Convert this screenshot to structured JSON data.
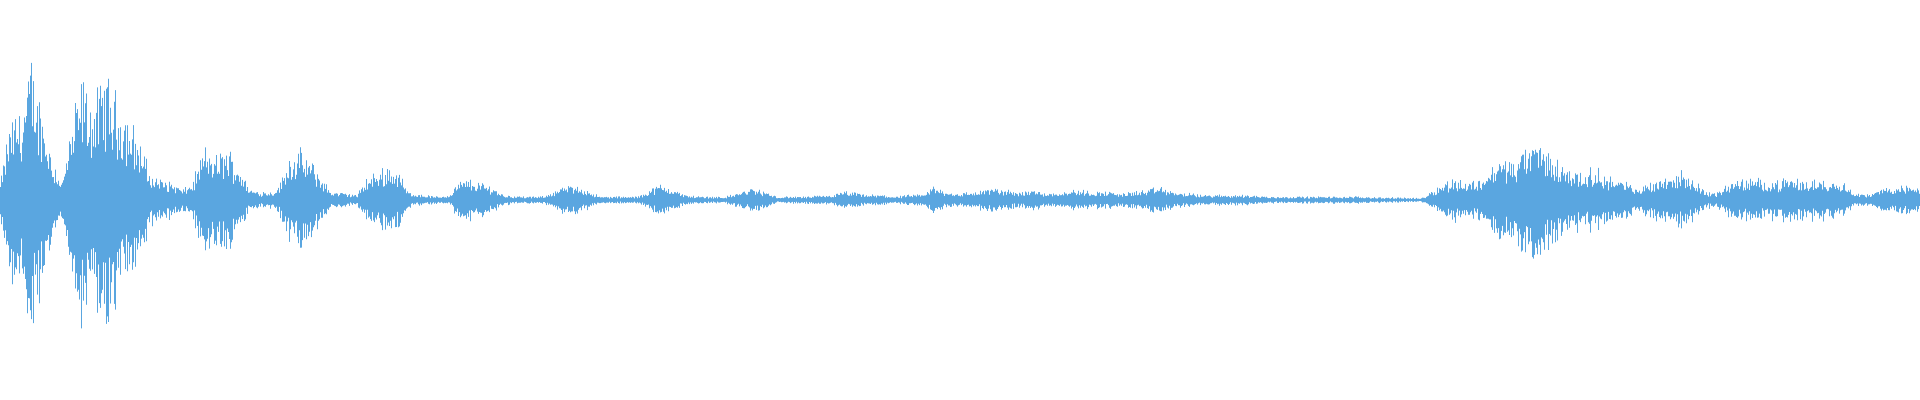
{
  "waveform": {
    "color": "#5aa6e0",
    "baseline_color": "#5aa6e0",
    "envelope": [
      [
        0.0,
        0.1
      ],
      [
        0.005,
        0.45
      ],
      [
        0.012,
        0.55
      ],
      [
        0.016,
        0.8
      ],
      [
        0.02,
        0.6
      ],
      [
        0.027,
        0.25
      ],
      [
        0.032,
        0.1
      ],
      [
        0.036,
        0.35
      ],
      [
        0.042,
        0.7
      ],
      [
        0.048,
        0.55
      ],
      [
        0.055,
        0.72
      ],
      [
        0.062,
        0.55
      ],
      [
        0.068,
        0.45
      ],
      [
        0.074,
        0.3
      ],
      [
        0.078,
        0.15
      ],
      [
        0.084,
        0.12
      ],
      [
        0.09,
        0.1
      ],
      [
        0.095,
        0.06
      ],
      [
        0.1,
        0.1
      ],
      [
        0.106,
        0.3
      ],
      [
        0.112,
        0.25
      ],
      [
        0.118,
        0.3
      ],
      [
        0.124,
        0.2
      ],
      [
        0.13,
        0.06
      ],
      [
        0.136,
        0.05
      ],
      [
        0.142,
        0.05
      ],
      [
        0.146,
        0.1
      ],
      [
        0.15,
        0.25
      ],
      [
        0.156,
        0.28
      ],
      [
        0.162,
        0.22
      ],
      [
        0.168,
        0.12
      ],
      [
        0.172,
        0.05
      ],
      [
        0.18,
        0.04
      ],
      [
        0.186,
        0.03
      ],
      [
        0.19,
        0.12
      ],
      [
        0.196,
        0.16
      ],
      [
        0.202,
        0.2
      ],
      [
        0.208,
        0.16
      ],
      [
        0.212,
        0.05
      ],
      [
        0.22,
        0.03
      ],
      [
        0.228,
        0.02
      ],
      [
        0.234,
        0.03
      ],
      [
        0.238,
        0.1
      ],
      [
        0.244,
        0.12
      ],
      [
        0.25,
        0.1
      ],
      [
        0.256,
        0.08
      ],
      [
        0.262,
        0.03
      ],
      [
        0.272,
        0.02
      ],
      [
        0.282,
        0.02
      ],
      [
        0.288,
        0.05
      ],
      [
        0.294,
        0.08
      ],
      [
        0.3,
        0.08
      ],
      [
        0.306,
        0.06
      ],
      [
        0.312,
        0.02
      ],
      [
        0.322,
        0.02
      ],
      [
        0.332,
        0.02
      ],
      [
        0.338,
        0.06
      ],
      [
        0.344,
        0.09
      ],
      [
        0.35,
        0.07
      ],
      [
        0.356,
        0.03
      ],
      [
        0.366,
        0.02
      ],
      [
        0.378,
        0.02
      ],
      [
        0.386,
        0.05
      ],
      [
        0.392,
        0.07
      ],
      [
        0.398,
        0.05
      ],
      [
        0.404,
        0.02
      ],
      [
        0.42,
        0.02
      ],
      [
        0.434,
        0.03
      ],
      [
        0.44,
        0.05
      ],
      [
        0.446,
        0.04
      ],
      [
        0.452,
        0.03
      ],
      [
        0.46,
        0.03
      ],
      [
        0.466,
        0.02
      ],
      [
        0.474,
        0.03
      ],
      [
        0.48,
        0.03
      ],
      [
        0.486,
        0.08
      ],
      [
        0.492,
        0.05
      ],
      [
        0.5,
        0.04
      ],
      [
        0.508,
        0.05
      ],
      [
        0.516,
        0.07
      ],
      [
        0.522,
        0.06
      ],
      [
        0.53,
        0.05
      ],
      [
        0.538,
        0.06
      ],
      [
        0.546,
        0.04
      ],
      [
        0.552,
        0.05
      ],
      [
        0.56,
        0.06
      ],
      [
        0.568,
        0.05
      ],
      [
        0.576,
        0.05
      ],
      [
        0.584,
        0.04
      ],
      [
        0.59,
        0.05
      ],
      [
        0.598,
        0.06
      ],
      [
        0.604,
        0.08
      ],
      [
        0.61,
        0.05
      ],
      [
        0.618,
        0.04
      ],
      [
        0.626,
        0.03
      ],
      [
        0.634,
        0.03
      ],
      [
        0.642,
        0.03
      ],
      [
        0.65,
        0.03
      ],
      [
        0.66,
        0.02
      ],
      [
        0.67,
        0.02
      ],
      [
        0.68,
        0.02
      ],
      [
        0.69,
        0.02
      ],
      [
        0.7,
        0.02
      ],
      [
        0.71,
        0.02
      ],
      [
        0.72,
        0.015
      ],
      [
        0.73,
        0.015
      ],
      [
        0.74,
        0.01
      ],
      [
        0.745,
        0.05
      ],
      [
        0.752,
        0.1
      ],
      [
        0.758,
        0.13
      ],
      [
        0.764,
        0.1
      ],
      [
        0.77,
        0.12
      ],
      [
        0.776,
        0.18
      ],
      [
        0.782,
        0.25
      ],
      [
        0.788,
        0.22
      ],
      [
        0.794,
        0.3
      ],
      [
        0.8,
        0.35
      ],
      [
        0.806,
        0.28
      ],
      [
        0.812,
        0.22
      ],
      [
        0.818,
        0.18
      ],
      [
        0.824,
        0.16
      ],
      [
        0.83,
        0.18
      ],
      [
        0.836,
        0.15
      ],
      [
        0.842,
        0.12
      ],
      [
        0.848,
        0.1
      ],
      [
        0.852,
        0.06
      ],
      [
        0.858,
        0.1
      ],
      [
        0.864,
        0.13
      ],
      [
        0.87,
        0.14
      ],
      [
        0.876,
        0.16
      ],
      [
        0.882,
        0.12
      ],
      [
        0.888,
        0.05
      ],
      [
        0.894,
        0.04
      ],
      [
        0.9,
        0.1
      ],
      [
        0.906,
        0.12
      ],
      [
        0.912,
        0.12
      ],
      [
        0.918,
        0.12
      ],
      [
        0.924,
        0.11
      ],
      [
        0.93,
        0.12
      ],
      [
        0.936,
        0.12
      ],
      [
        0.942,
        0.11
      ],
      [
        0.948,
        0.12
      ],
      [
        0.954,
        0.11
      ],
      [
        0.96,
        0.12
      ],
      [
        0.964,
        0.05
      ],
      [
        0.968,
        0.04
      ],
      [
        0.974,
        0.03
      ],
      [
        0.98,
        0.07
      ],
      [
        0.986,
        0.08
      ],
      [
        0.992,
        0.08
      ],
      [
        1.0,
        0.08
      ]
    ]
  }
}
